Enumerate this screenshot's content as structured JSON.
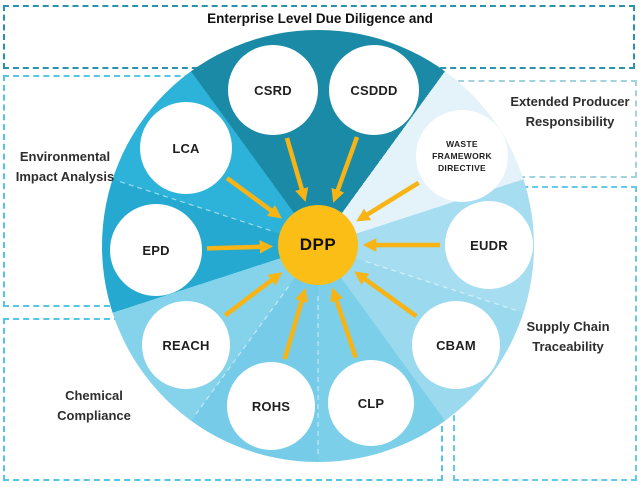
{
  "title": "Enterprise Level Due Diligence and",
  "center": {
    "label": "DPP",
    "color": "#FBBE17"
  },
  "nodes": {
    "csrd": "CSRD",
    "csddd": "CSDDD",
    "waste": "WASTE FRAMEWORK DIRECTIVE",
    "eudr": "EUDR",
    "cbam": "CBAM",
    "clp": "CLP",
    "rohs": "ROHS",
    "reach": "REACH",
    "epd": "EPD",
    "lca": "LCA"
  },
  "boxes": {
    "enterprise": {
      "label": "Enterprise Level Due Diligence and",
      "border": "#2C91AC"
    },
    "environmental": {
      "label": "Environmental Impact Analysis",
      "border": "#55C5E4"
    },
    "chemical": {
      "label": "Chemical Compliance",
      "border": "#55C5E4"
    },
    "epr": {
      "label": "Extended Producer Responsibility",
      "border": "#A3D2DF"
    },
    "supply": {
      "label": "Supply Chain Traceability",
      "border": "#66C9E5"
    }
  },
  "colors": {
    "arrow": "#F7B414",
    "wedge_enterprise": "#1B8AA6",
    "wedge_waste": "#E4F2F9",
    "wedge_eudr": "#A6DDF0",
    "wedge_cbam": "#9AD9EE",
    "wedge_clp": "#7CCFE9",
    "wedge_rohs": "#76CCE8",
    "wedge_reach": "#85D2EB",
    "wedge_epd": "#25A9D0",
    "wedge_lca": "#2DB2D9"
  },
  "wedges": [
    {
      "id": "csddd",
      "from": 0,
      "to": 36,
      "colorKey": "wedge_enterprise"
    },
    {
      "id": "waste",
      "from": 36,
      "to": 72,
      "colorKey": "wedge_waste"
    },
    {
      "id": "eudr",
      "from": 72,
      "to": 108,
      "colorKey": "wedge_eudr"
    },
    {
      "id": "cbam",
      "from": 108,
      "to": 144,
      "colorKey": "wedge_cbam"
    },
    {
      "id": "clp",
      "from": 144,
      "to": 180,
      "colorKey": "wedge_clp"
    },
    {
      "id": "rohs",
      "from": 180,
      "to": 216,
      "colorKey": "wedge_rohs"
    },
    {
      "id": "reach",
      "from": 216,
      "to": 252,
      "colorKey": "wedge_reach"
    },
    {
      "id": "epd",
      "from": 252,
      "to": 288,
      "colorKey": "wedge_epd"
    },
    {
      "id": "lca",
      "from": 288,
      "to": 324,
      "colorKey": "wedge_lca"
    },
    {
      "id": "csrd",
      "from": 324,
      "to": 360,
      "colorKey": "wedge_enterprise"
    }
  ]
}
